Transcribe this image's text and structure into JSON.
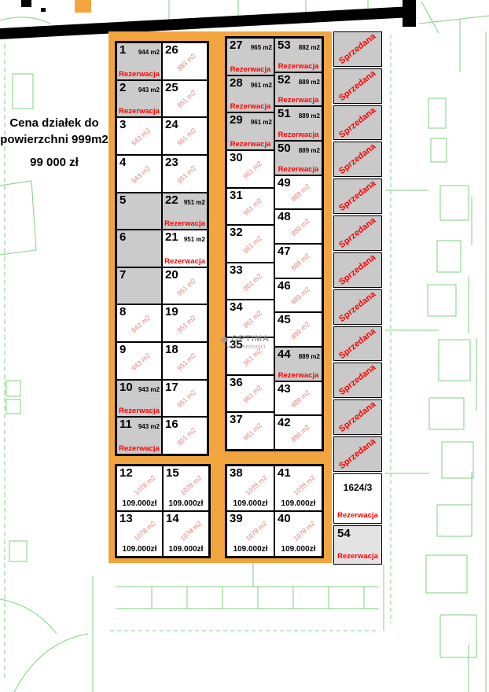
{
  "header": {
    "price_note": [
      "Cena działek do",
      "powierzchni 999m2",
      "99 000 zł"
    ]
  },
  "status_labels": {
    "reserved": "Rezerwacja",
    "sold": "Sprzedana"
  },
  "watermark": {
    "brand": "OPTIMA",
    "sub": "nieruchomości"
  },
  "colors": {
    "band_orange": "#F2A53F",
    "plot_gray": "#CBCBCB",
    "status_red": "#FF0000",
    "area_pink": "#E87E7E",
    "map_green": "#6CC76C",
    "road_black": "#000000"
  },
  "plots": {
    "colA": [
      {
        "num": "1",
        "area": "944 m2",
        "flat": true,
        "reserved": true,
        "gray": true
      },
      {
        "num": "2",
        "area": "943 m2",
        "flat": true,
        "reserved": true,
        "gray": true
      },
      {
        "num": "3",
        "area": "943 m2"
      },
      {
        "num": "4",
        "area": "943 m2"
      },
      {
        "num": "5",
        "gray": true
      },
      {
        "num": "6",
        "gray": true
      },
      {
        "num": "7",
        "gray": true
      },
      {
        "num": "8",
        "area": "943 m2"
      },
      {
        "num": "9",
        "area": "943 m2"
      },
      {
        "num": "10",
        "area": "943 m2",
        "flat": true,
        "reserved": true,
        "gray": true
      },
      {
        "num": "11",
        "area": "943 m2",
        "flat": true,
        "reserved": true,
        "gray": true
      }
    ],
    "colB": [
      {
        "num": "26",
        "area": "983 m2"
      },
      {
        "num": "25",
        "area": "951 m2"
      },
      {
        "num": "24",
        "area": "951 m2"
      },
      {
        "num": "23",
        "area": "951 m2"
      },
      {
        "num": "22",
        "area": "951 m2",
        "flat": true,
        "reserved": true,
        "gray": true
      },
      {
        "num": "21",
        "area": "951 m2",
        "flat": true,
        "reserved": true
      },
      {
        "num": "20",
        "area": "951 m2"
      },
      {
        "num": "19",
        "area": "951 m2"
      },
      {
        "num": "18",
        "area": "951 m2"
      },
      {
        "num": "17",
        "area": "951 m2"
      },
      {
        "num": "16",
        "area": "951 m2"
      }
    ],
    "colC": [
      {
        "num": "27",
        "area": "965 m2",
        "flat": true,
        "reserved": true,
        "gray": true
      },
      {
        "num": "28",
        "area": "961 m2",
        "flat": true,
        "reserved": true,
        "gray": true
      },
      {
        "num": "29",
        "area": "961 m2",
        "flat": true,
        "reserved": true,
        "gray": true
      },
      {
        "num": "30",
        "area": "961 m2"
      },
      {
        "num": "31",
        "area": "961 m2"
      },
      {
        "num": "32",
        "area": "961 m2"
      },
      {
        "num": "33",
        "area": "961 m2"
      },
      {
        "num": "34",
        "area": "961 m2"
      },
      {
        "num": "35",
        "area": "961 m2"
      },
      {
        "num": "36",
        "area": "961 m2"
      },
      {
        "num": "37",
        "area": "961 m2"
      }
    ],
    "colD": [
      {
        "num": "53",
        "area": "882 m2",
        "flat": true,
        "reserved": true,
        "gray": true
      },
      {
        "num": "52",
        "area": "889 m2",
        "flat": true,
        "reserved": true,
        "gray": true
      },
      {
        "num": "51",
        "area": "889 m2",
        "flat": true,
        "reserved": true,
        "gray": true
      },
      {
        "num": "50",
        "area": "889 m2",
        "flat": true,
        "reserved": true,
        "gray": true
      },
      {
        "num": "49",
        "area": "889 m2"
      },
      {
        "num": "48",
        "area": "889 m2"
      },
      {
        "num": "47",
        "area": "889 m2"
      },
      {
        "num": "46",
        "area": "889 m2"
      },
      {
        "num": "45",
        "area": "889 m2"
      },
      {
        "num": "44",
        "area": "889 m2",
        "flat": true,
        "reserved": true,
        "gray": true
      },
      {
        "num": "43",
        "area": "889 m2"
      },
      {
        "num": "42",
        "area": "889 m2"
      }
    ],
    "bottom_left": [
      {
        "num": "12",
        "area": "1078 m2",
        "price": "109.000zł"
      },
      {
        "num": "15",
        "area": "1078 m2",
        "price": "109.000zł"
      },
      {
        "num": "13",
        "area": "1078 m2",
        "price": "109.000zł"
      },
      {
        "num": "14",
        "area": "1078 m2",
        "price": "109.000zł"
      }
    ],
    "bottom_right": [
      {
        "num": "38",
        "area": "1078 m2",
        "price": "109.000zł"
      },
      {
        "num": "41",
        "area": "1078 m2",
        "price": "109.000zł"
      },
      {
        "num": "39",
        "area": "1078 m2",
        "price": "109.000zł"
      },
      {
        "num": "40",
        "area": "1078 m2",
        "price": "109.000zł"
      }
    ]
  },
  "right_column": {
    "sold_count": 12,
    "parcel_1624": {
      "num": "1624/3",
      "status": "Rezerwacja"
    },
    "plot_54": {
      "num": "54",
      "status": "Rezerwacja"
    }
  }
}
